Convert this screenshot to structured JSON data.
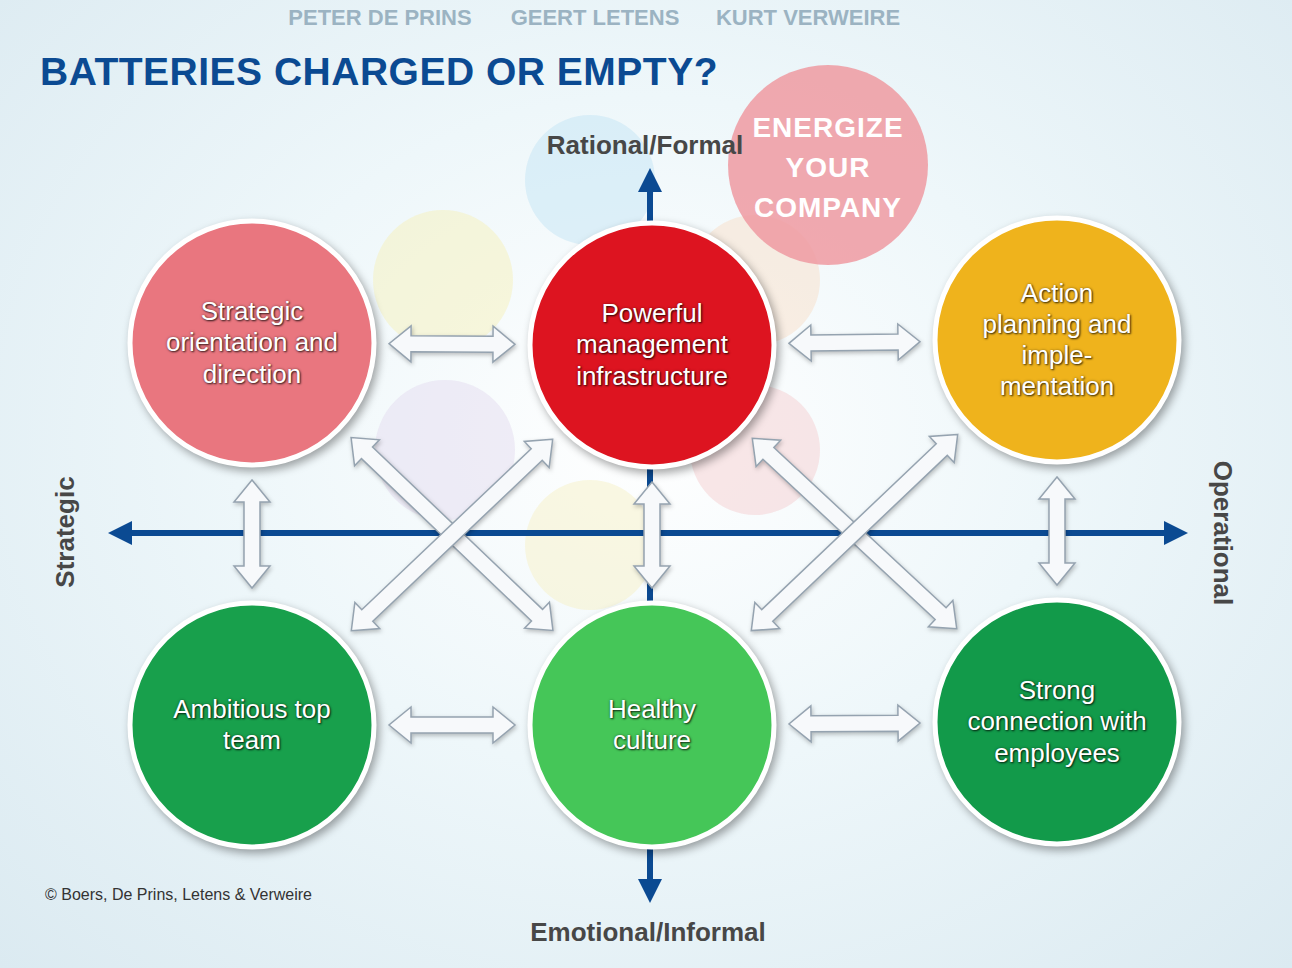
{
  "diagram": {
    "title": "BATTERIES CHARGED OR EMPTY?",
    "nodes": [
      {
        "text": [
          "Strategic orientation and direction"
        ]
      },
      {
        "text": [
          "Powerful management infrastructure"
        ]
      },
      {
        "text": [
          "Action planning and imple- mentation"
        ]
      },
      {
        "text": [
          "Ambitious top team"
        ]
      },
      {
        "text": [
          "Healthy culture"
        ]
      },
      {
        "text": [
          "Strong connection with employees"
        ]
      }
    ],
    "edges": [
      {
        "from": 0,
        "to": 1,
        "arrow": "both"
      },
      {
        "from": 1,
        "to": 2,
        "arrow": "both"
      },
      {
        "from": 3,
        "to": 4,
        "arrow": "both"
      },
      {
        "from": 4,
        "to": 5,
        "arrow": "both"
      },
      {
        "from": 0,
        "to": 3,
        "arrow": "both"
      },
      {
        "from": 1,
        "to": 4,
        "arrow": "both"
      },
      {
        "from": 2,
        "to": 5,
        "arrow": "both"
      },
      {
        "from": 0,
        "to": 4,
        "arrow": "both"
      },
      {
        "from": 1,
        "to": 3,
        "arrow": "both"
      },
      {
        "from": 1,
        "to": 5,
        "arrow": "both"
      },
      {
        "from": 2,
        "to": 4,
        "arrow": "both"
      }
    ],
    "labels": [
      "Rational/Formal",
      "Emotional/Informal",
      "Strategic",
      "Operational",
      "© Boers, De Prins, Letens & Verweire",
      "PETER DE PRINS",
      "GEERT LETENS",
      "KURT VERWEIRE",
      "ENERGIZE YOUR COMPANY"
    ]
  }
}
